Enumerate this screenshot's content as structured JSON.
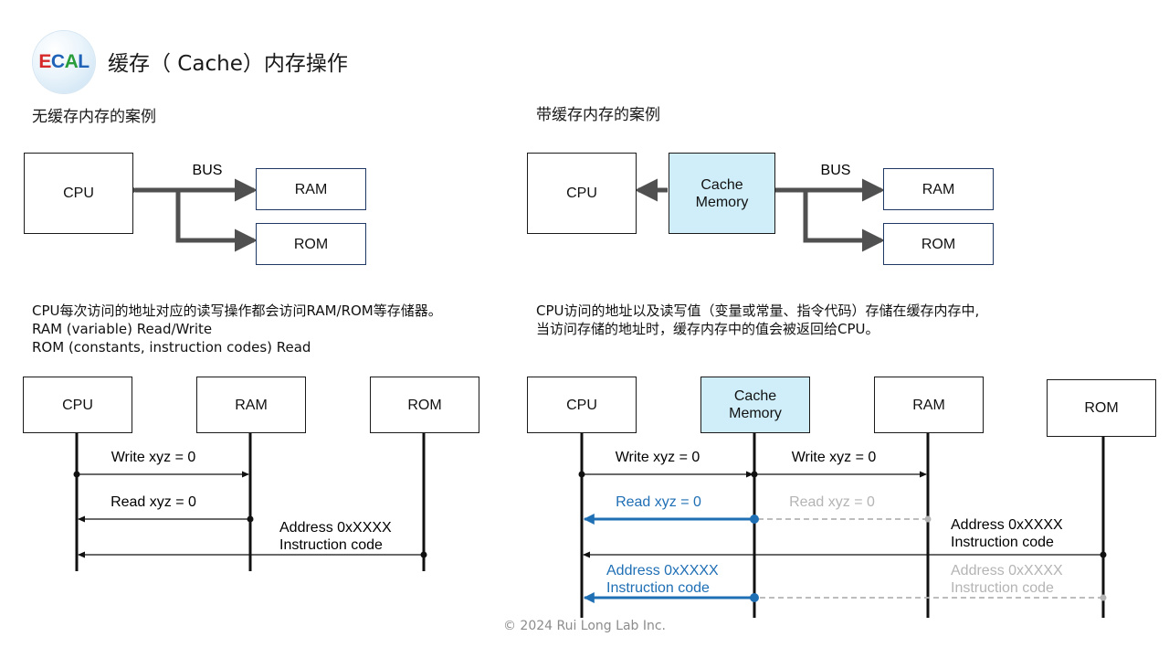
{
  "header": {
    "logo": {
      "letters": [
        "E",
        "C",
        "A",
        "L"
      ],
      "colors": [
        "#d62828",
        "#1f63b8",
        "#2a9d3b",
        "#1f63b8"
      ]
    },
    "title": "缓存（ Cache）内存操作"
  },
  "left": {
    "subtitle": "无缓存内存的案例",
    "bus_label": "BUS",
    "blocks": {
      "cpu": "CPU",
      "ram": "RAM",
      "rom": "ROM"
    },
    "description": [
      "CPU每次访问的地址对应的读写操作都会访问RAM/ROM等存储器。",
      "RAM (variable) Read/Write",
      "ROM (constants, instruction codes) Read"
    ],
    "sequence": {
      "lanes": [
        "CPU",
        "RAM",
        "ROM"
      ],
      "messages": [
        "Write xyz = 0",
        "Read xyz = 0",
        "Address 0xXXXX",
        "Instruction code"
      ]
    }
  },
  "right": {
    "subtitle": "带缓存内存的案例",
    "bus_label": "BUS",
    "blocks": {
      "cpu": "CPU",
      "cache": "Cache\nMemory",
      "ram": "RAM",
      "rom": "ROM"
    },
    "description": [
      "CPU访问的地址以及读写值（变量或常量、指令代码）存储在缓存内存中,",
      "当访问存储的地址时，缓存内存中的值会被返回给CPU。"
    ],
    "sequence": {
      "lanes": [
        "CPU",
        "Cache\nMemory",
        "RAM",
        "ROM"
      ],
      "messages": {
        "write_cpu": "Write xyz = 0",
        "write_ram": "Write xyz = 0",
        "read_cpu": "Read xyz = 0",
        "read_ram": "Read xyz = 0",
        "addr_rom": "Address 0xXXXX",
        "instr_rom": "Instruction code",
        "addr_cache": "Address 0xXXXX",
        "instr_cache": "Instruction code",
        "addr_rom_gray": "Address 0xXXXX",
        "instr_rom_gray": "Instruction code"
      }
    }
  },
  "colors": {
    "bus": "#505050",
    "highlight": "#1f6fb5",
    "muted": "#b4b4b4",
    "cache_fill": "#cfeefa",
    "box_border": "#203864"
  },
  "footer": "© 2024 Rui Long Lab Inc."
}
